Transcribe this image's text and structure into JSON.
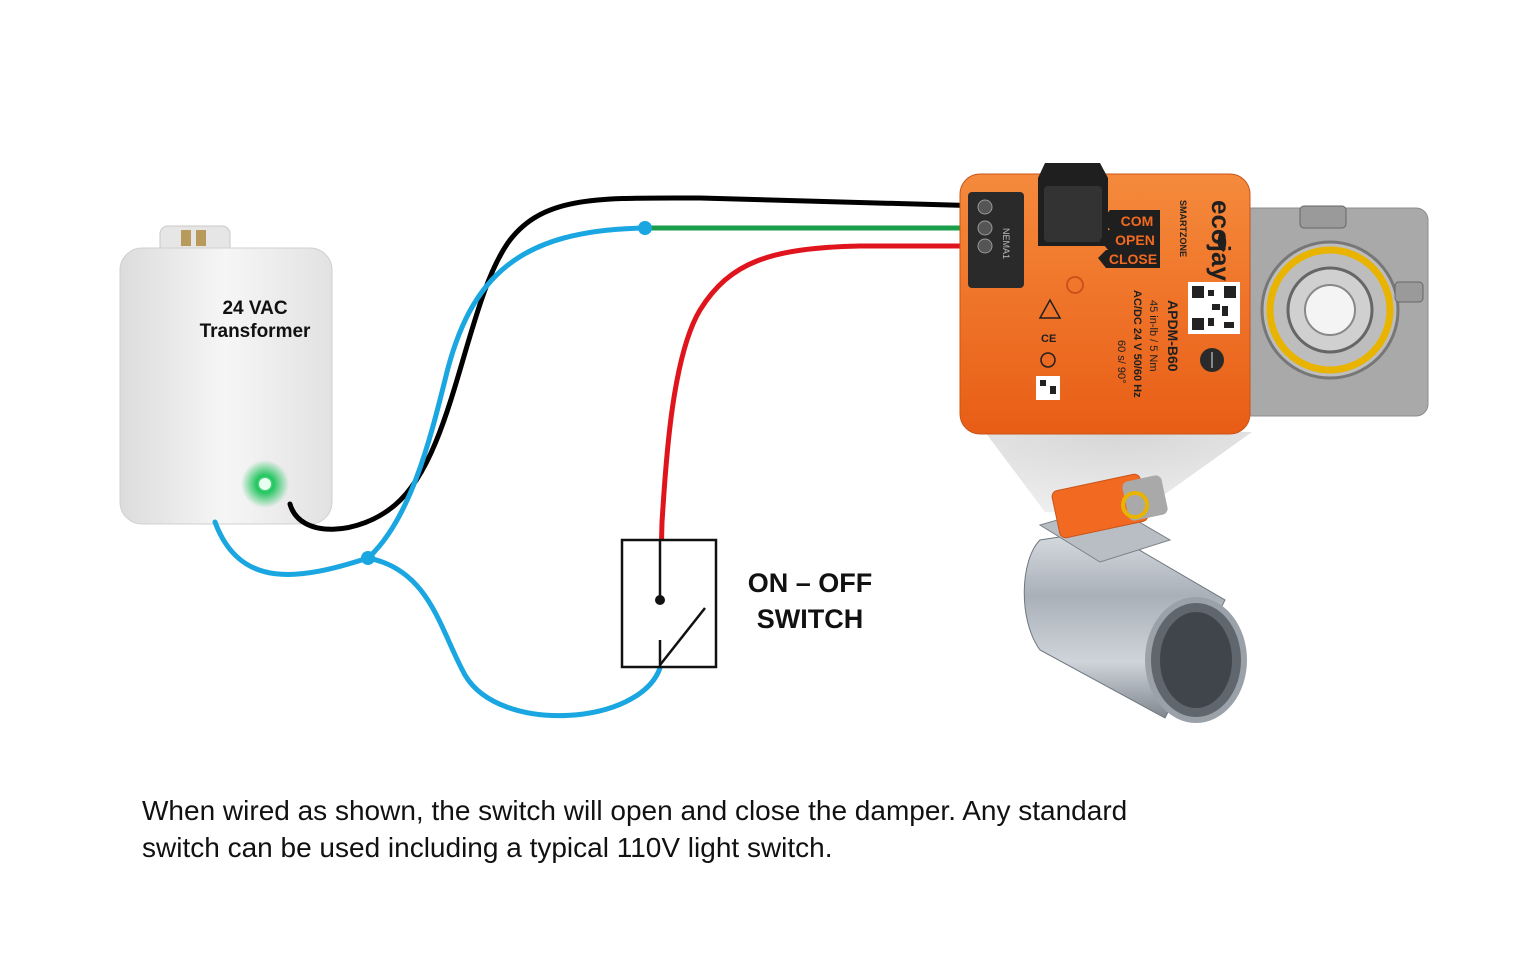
{
  "transformer": {
    "label_line1": "24 VAC",
    "label_line2": "Transformer"
  },
  "switch": {
    "label_line1": "ON – OFF",
    "label_line2": "SWITCH"
  },
  "actuator": {
    "brand": "ecojay",
    "brand_sub": "SMARTZONE",
    "terminals": {
      "com": "COM",
      "open": "OPEN",
      "close": "CLOSE"
    },
    "nema": "NEMA1",
    "part_no": "APDM-B60",
    "specs": [
      "45 in-lb / 5 Nm",
      "AC/DC 24 V  50/60 Hz",
      "60 s/ 90°"
    ]
  },
  "caption": {
    "line1": "When wired as shown, the switch will open and close the damper.  Any standard",
    "line2": "switch can be used including a typical 110V light switch."
  },
  "colors": {
    "wire_black": "#000000",
    "wire_blue": "#1aa6e0",
    "wire_green": "#1a9e4a",
    "wire_red": "#e0141c",
    "actuator_orange": "#f26a21",
    "led_green": "#22c55e",
    "transformer_body": "#efefef"
  }
}
